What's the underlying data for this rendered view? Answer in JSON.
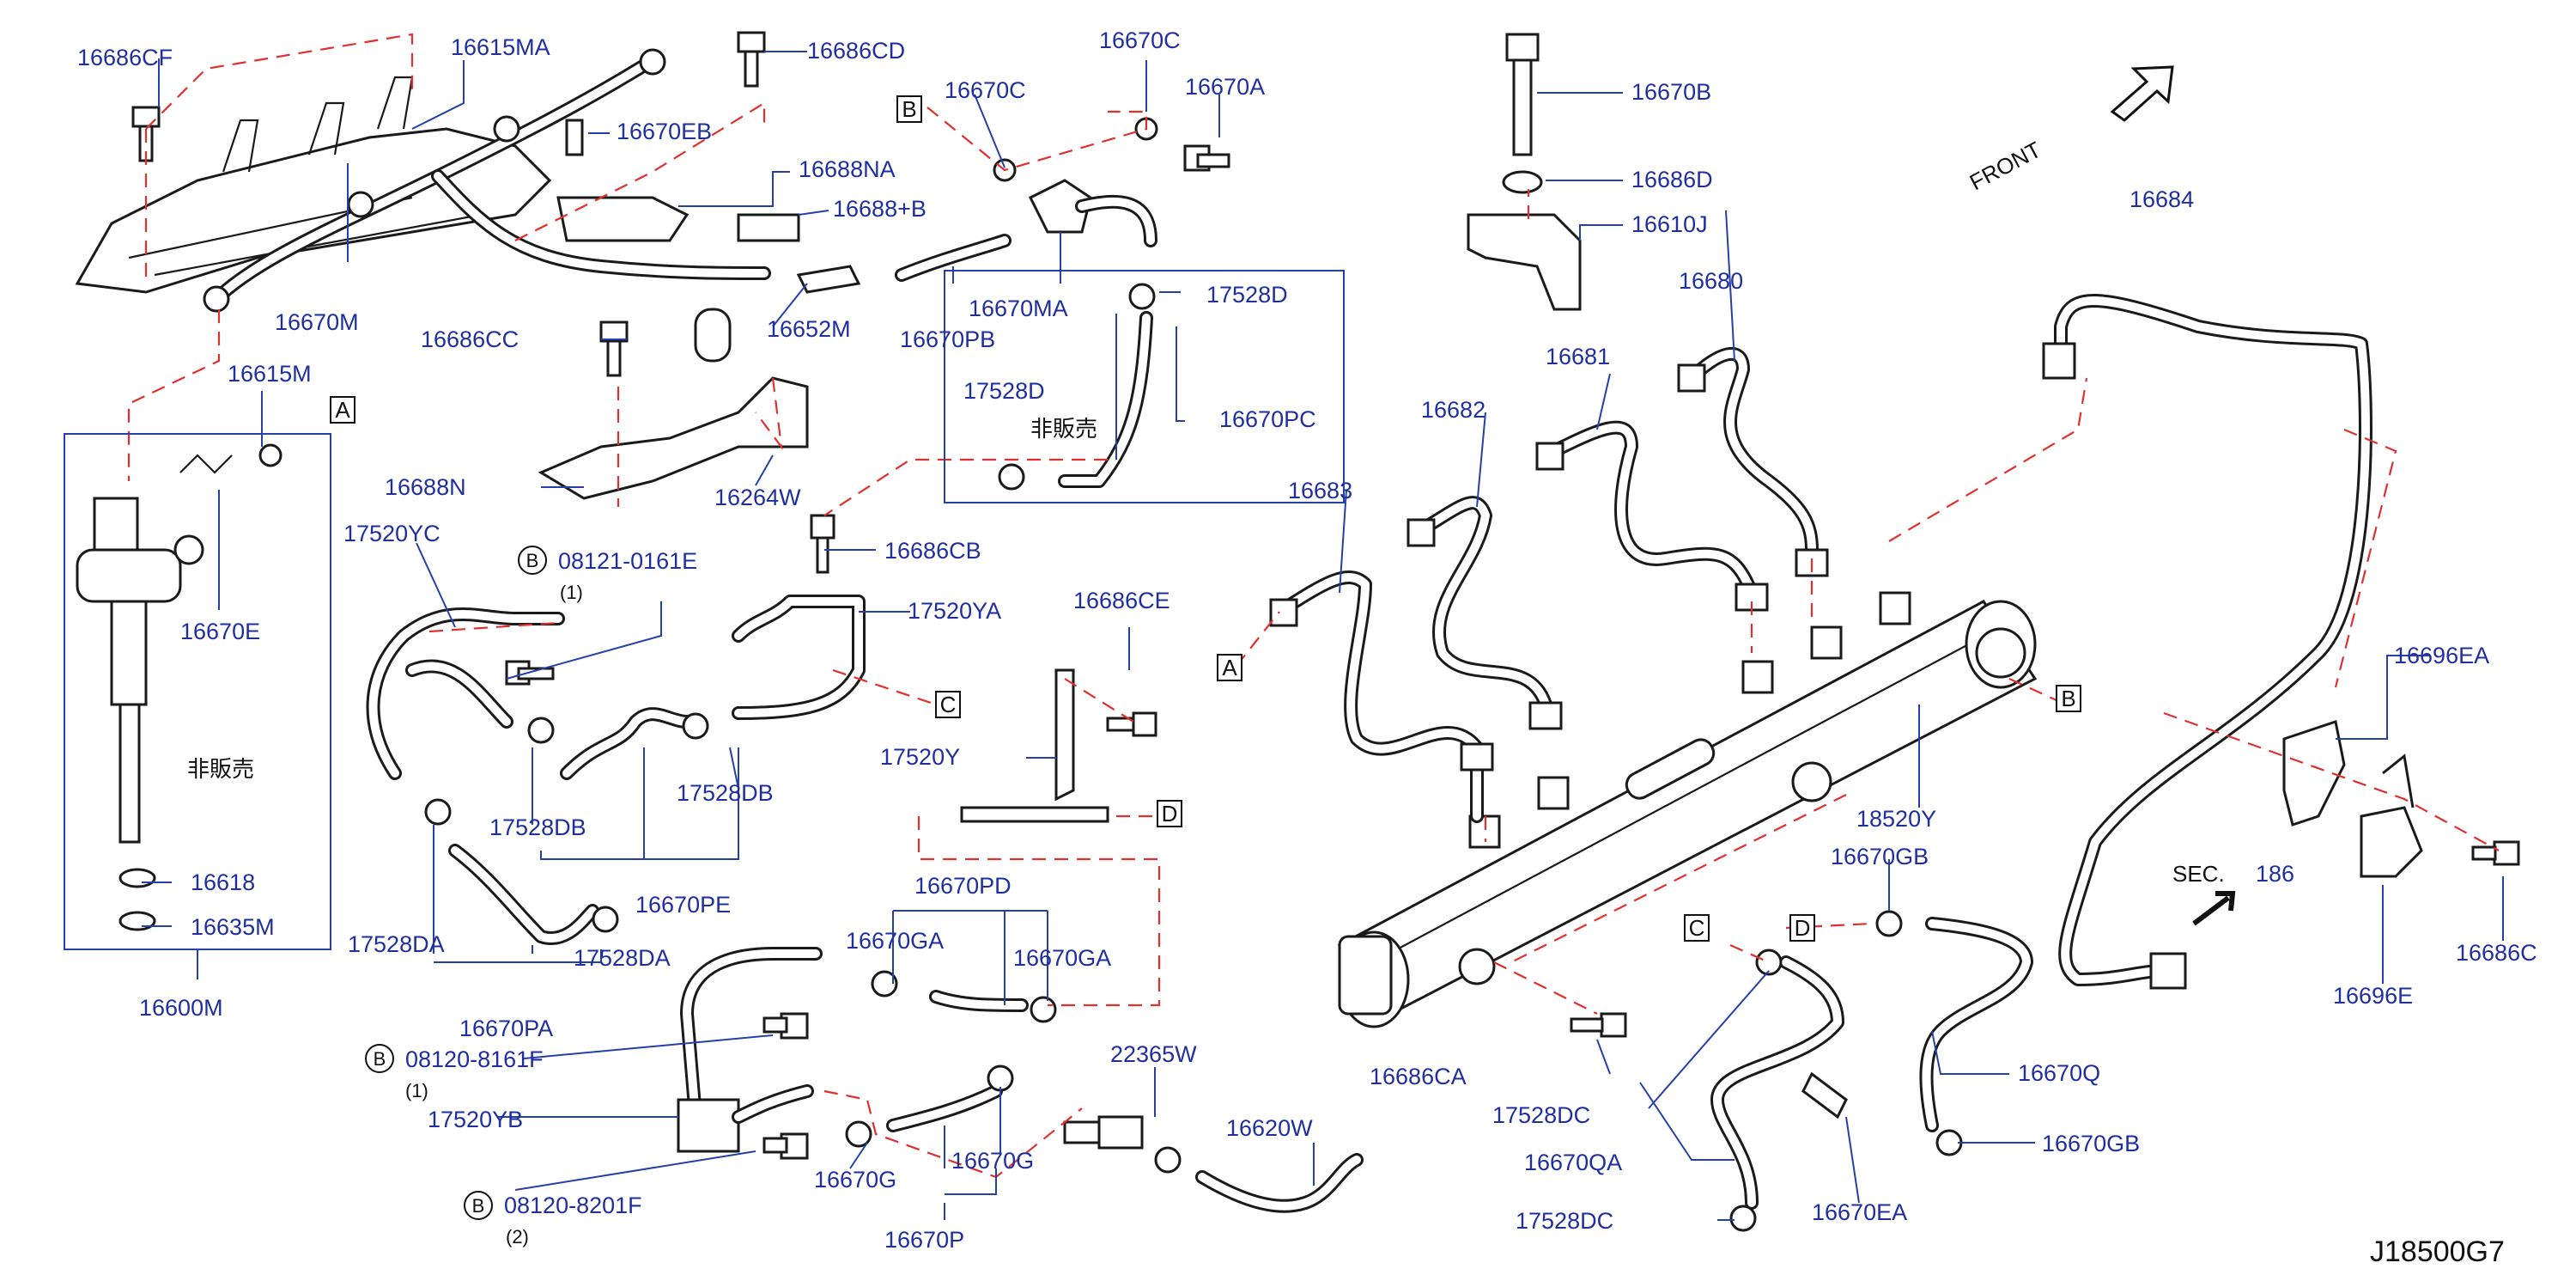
{
  "diagram_code": "J18500G7",
  "front_label": "FRONT",
  "sec_label": "SEC.",
  "sec_number": "186",
  "not_for_sale_1": "非販売",
  "not_for_sale_2": "非販売",
  "ref_letters": {
    "a1": "A",
    "a2": "A",
    "b1": "B",
    "b2": "B",
    "c1": "C",
    "c2": "C",
    "d1": "D",
    "d2": "D"
  },
  "bolt_refs": [
    {
      "letter": "B",
      "part": "08121-0161E",
      "qty": "(1)"
    },
    {
      "letter": "B",
      "part": "08120-8161F",
      "qty": "(1)"
    },
    {
      "letter": "B",
      "part": "08120-8201F",
      "qty": "(2)"
    }
  ],
  "labels": {
    "l16686CF": "16686CF",
    "l16615MA": "16615MA",
    "l16686CD": "16686CD",
    "l16670C_a": "16670C",
    "l16670C_b": "16670C",
    "l16670A": "16670A",
    "l16670B": "16670B",
    "l16686D": "16686D",
    "l16610J": "16610J",
    "l16684": "16684",
    "l16670EB": "16670EB",
    "l16688NA": "16688NA",
    "l16688B": "16688+B",
    "l16652M": "16652M",
    "l16670MA": "16670MA",
    "l16670PB": "16670PB",
    "l17528D_a": "17528D",
    "l17528D_b": "17528D",
    "l16670PC": "16670PC",
    "l16670M": "16670M",
    "l16686CC": "16686CC",
    "l16615M": "16615M",
    "l16688N": "16688N",
    "l16264W": "16264W",
    "l16680": "16680",
    "l16681": "16681",
    "l16682": "16682",
    "l16683": "16683",
    "l16670E": "16670E",
    "l17520YC": "17520YC",
    "l16686CB": "16686CB",
    "l17520YA": "17520YA",
    "l16686CE": "16686CE",
    "l17520Y": "17520Y",
    "l16696EA": "16696EA",
    "l17528DB_a": "17528DB",
    "l17528DB_b": "17528DB",
    "l16670PE": "16670PE",
    "l18520Y": "18520Y",
    "l16670GB_a": "16670GB",
    "l16618": "16618",
    "l16635M": "16635M",
    "l16600M": "16600M",
    "l17528DA_a": "17528DA",
    "l17528DA_b": "17528DA",
    "l16670PA": "16670PA",
    "l16670PD": "16670PD",
    "l16670GA_a": "16670GA",
    "l16670GA_b": "16670GA",
    "l16686C": "16686C",
    "l16696E": "16696E",
    "l17520YB": "17520YB",
    "l22365W": "22365W",
    "l16686CA": "16686CA",
    "l17528DC_a": "17528DC",
    "l16670Q": "16670Q",
    "l16620W": "16620W",
    "l16670G_a": "16670G",
    "l16670G_b": "16670G",
    "l16670QA": "16670QA",
    "l16670GB_b": "16670GB",
    "l16670P": "16670P",
    "l17528DC_b": "17528DC",
    "l16670EA": "16670EA"
  },
  "colors": {
    "label": "#1f2fa0",
    "leader": "#2540a8",
    "dashed": "#e03030",
    "line_art": "#1a1a1a"
  }
}
